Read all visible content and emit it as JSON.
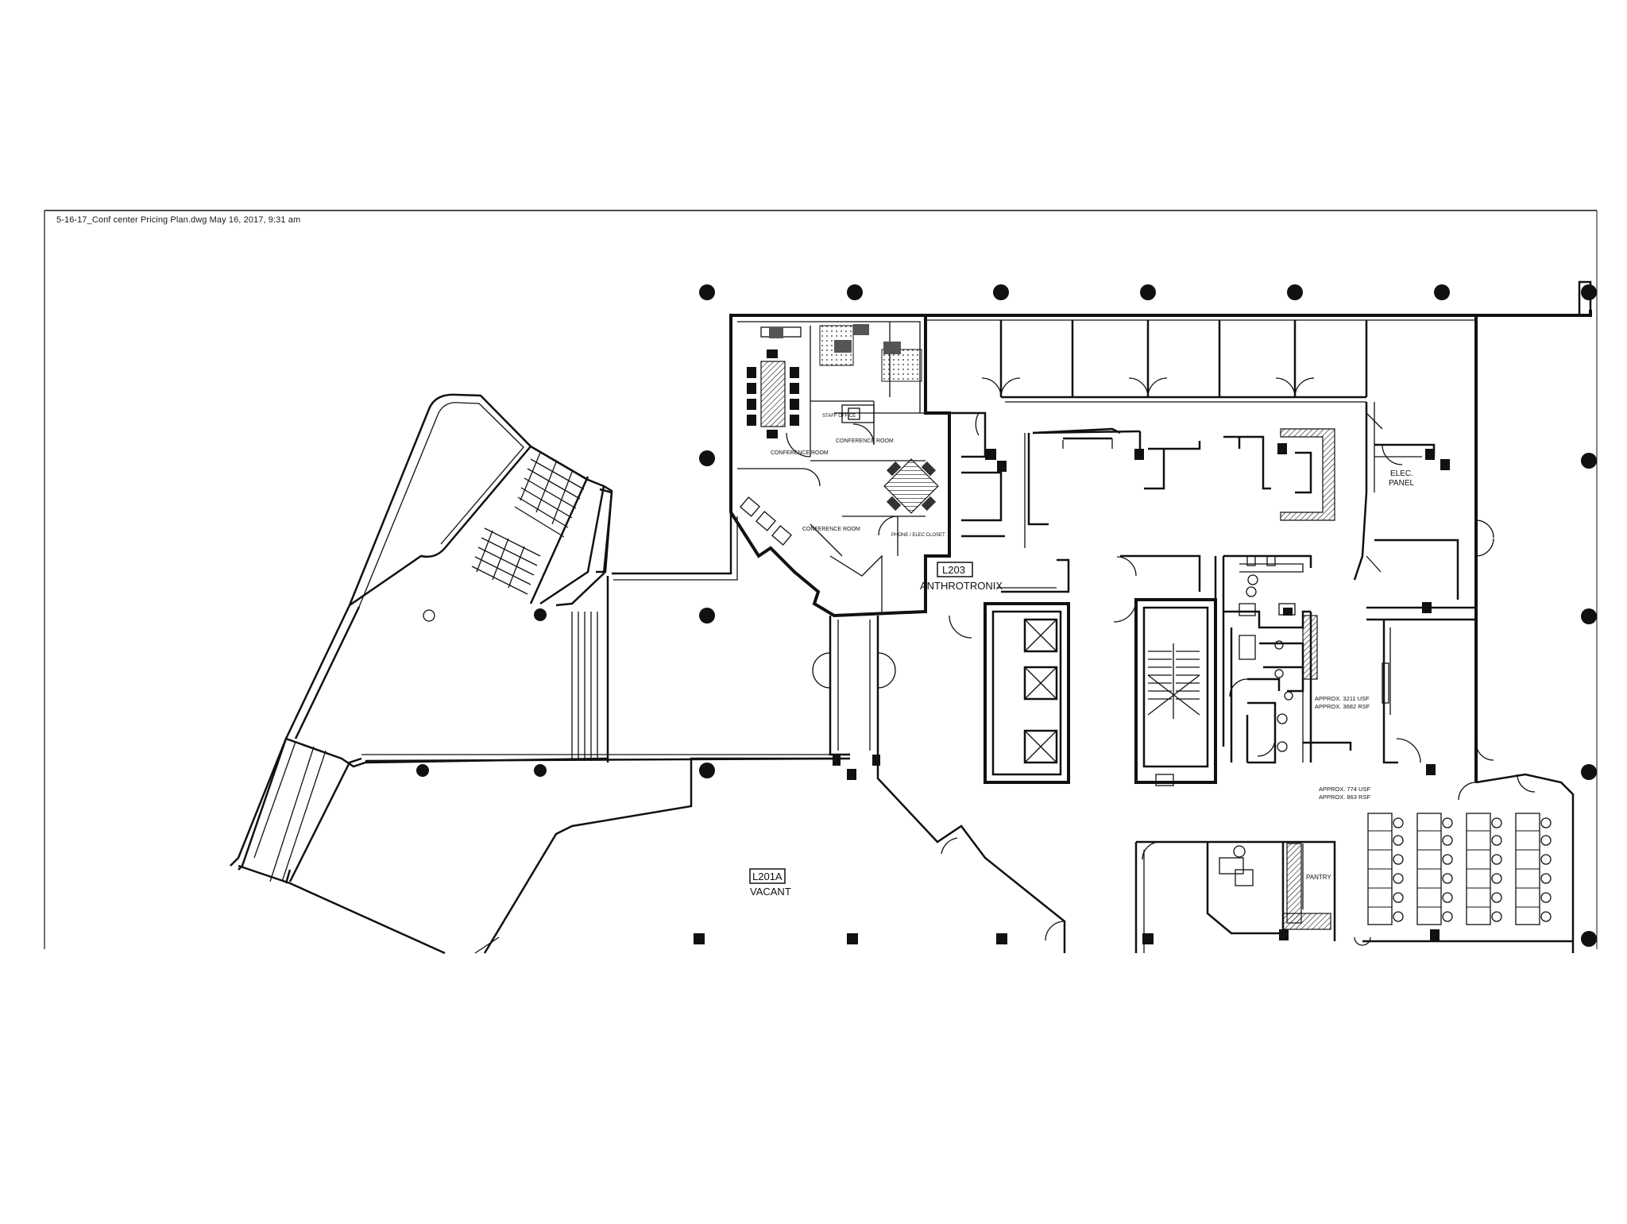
{
  "drawing": {
    "file_header": "5-16-17_Conf center Pricing Plan.dwg May 16, 2017, 9:31 am"
  },
  "suites": {
    "anthrotronix": {
      "number": "L203",
      "tenant": "ANTHROTRONIX"
    },
    "vacant": {
      "number": "L201A",
      "tenant": "VACANT"
    }
  },
  "rooms": {
    "conference_room_west": "CONFERENCE ROOM",
    "conference_room_north": "CONFERENCE ROOM",
    "conference_room_south": "CONFERENCE ROOM",
    "staff_office": "STAFF OFFICE",
    "phone_elec_closet": "PHONE / ELEC CLOSET",
    "elec_panel": "ELEC. PANEL",
    "pantry": "PANTRY"
  },
  "areas": {
    "main_usf": "APPROX. 3211 USF",
    "main_rsf": "APPROX. 3682 RSF",
    "training_usf": "APPROX. 774 USF",
    "training_rsf": "APPROX. 863 RSF"
  }
}
